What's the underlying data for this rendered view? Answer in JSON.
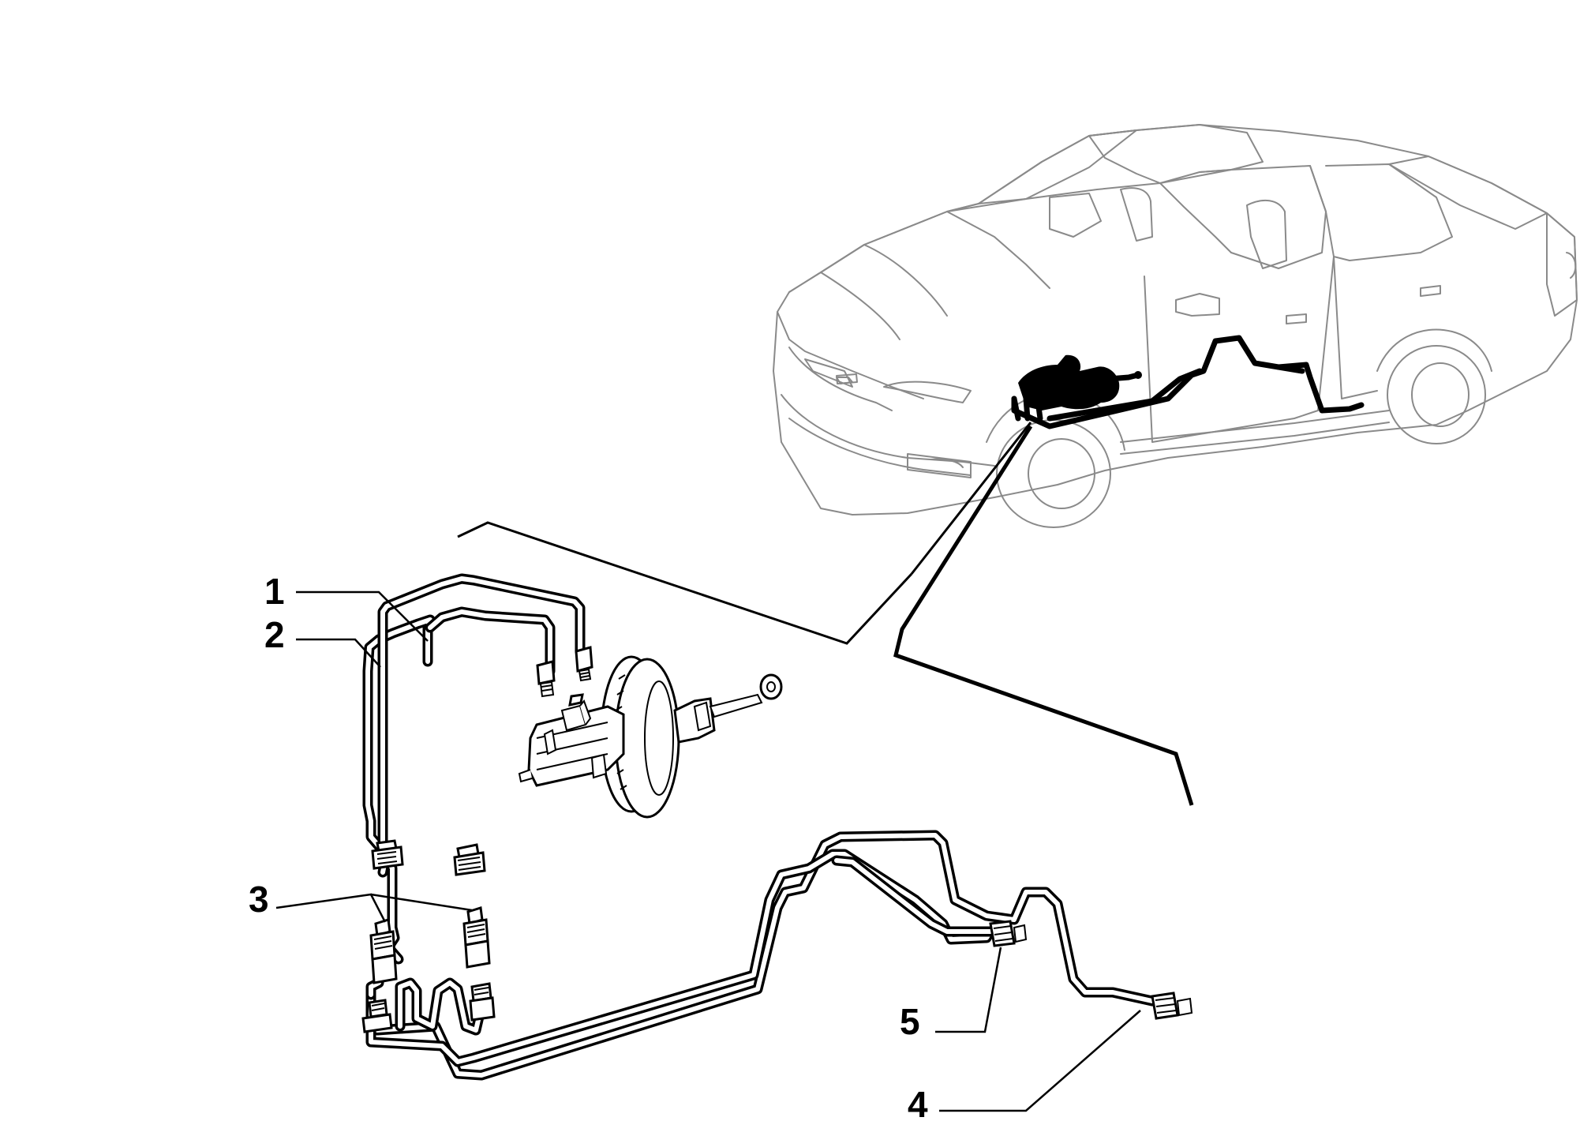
{
  "callouts": [
    {
      "id": "1",
      "label": "1"
    },
    {
      "id": "2",
      "label": "2"
    },
    {
      "id": "3",
      "label": "3"
    },
    {
      "id": "4",
      "label": "4"
    },
    {
      "id": "5",
      "label": "5"
    }
  ],
  "colors": {
    "line": "#000000",
    "car_outline": "#8a8a8a",
    "background": "#ffffff"
  }
}
